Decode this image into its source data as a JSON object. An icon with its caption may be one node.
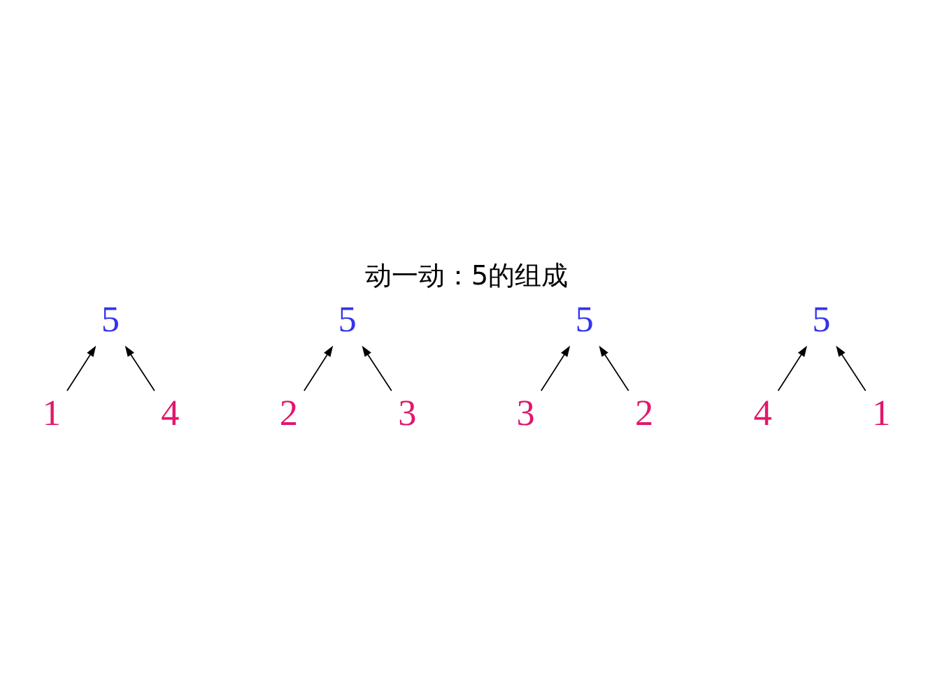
{
  "diagram": {
    "title": "动一动：5的组成",
    "nodes": [
      {
        "text": [
          "5"
        ]
      },
      {
        "text": [
          "1"
        ]
      },
      {
        "text": [
          "4"
        ]
      },
      {
        "text": [
          "5"
        ]
      },
      {
        "text": [
          "2"
        ]
      },
      {
        "text": [
          "3"
        ]
      },
      {
        "text": [
          "5"
        ]
      },
      {
        "text": [
          "3"
        ]
      },
      {
        "text": [
          "2"
        ]
      },
      {
        "text": [
          "5"
        ]
      },
      {
        "text": [
          "4"
        ]
      },
      {
        "text": [
          "1"
        ]
      }
    ],
    "edges": [
      {
        "from": 1,
        "to": 0,
        "arrow": "to"
      },
      {
        "from": 2,
        "to": 0,
        "arrow": "to"
      },
      {
        "from": 4,
        "to": 3,
        "arrow": "to"
      },
      {
        "from": 5,
        "to": 3,
        "arrow": "to"
      },
      {
        "from": 7,
        "to": 6,
        "arrow": "to"
      },
      {
        "from": 8,
        "to": 6,
        "arrow": "to"
      },
      {
        "from": 10,
        "to": 9,
        "arrow": "to"
      },
      {
        "from": 11,
        "to": 9,
        "arrow": "to"
      }
    ]
  }
}
